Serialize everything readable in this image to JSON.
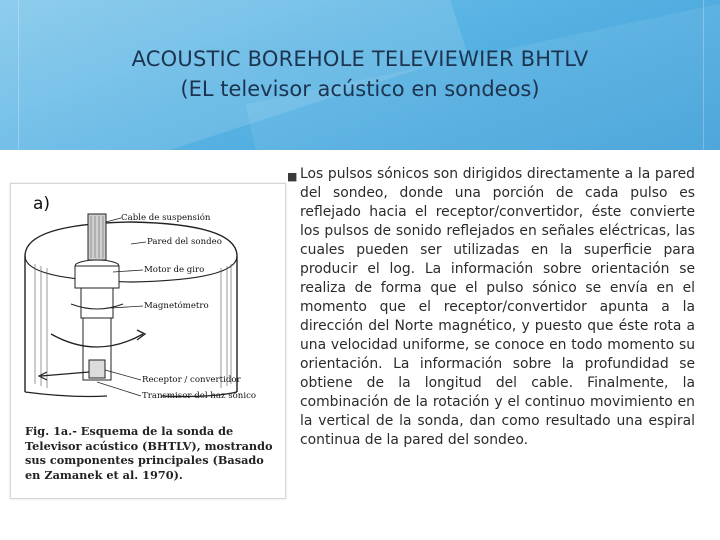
{
  "slide": {
    "title_line1": "ACOUSTIC BOREHOLE TELEVIEWIER BHTLV",
    "title_line2": "(EL televisor acústico en sondeos)"
  },
  "figure": {
    "panel_label": "a)",
    "labels": {
      "suspension_cable": "Cable de suspensión",
      "borehole_wall": "Pared del sondeo",
      "spin_motor": "Motor de giro",
      "magnetometer": "Magnetómetro",
      "receiver_converter": "Receptor / convertidor",
      "sonic_transmitter": "Transmisor del haz sónico"
    },
    "caption": "Fig. 1a.- Esquema de la sonda de Televisor acústico (BHTLV), mostrando sus componentes principales (Basado en Zamanek et al. 1970)."
  },
  "body": {
    "paragraph": "Los pulsos sónicos son dirigidos directamente a la pared del sondeo, donde una porción de cada pulso es reflejado hacia el receptor/convertidor, éste convierte los pulsos de sonido reflejados en señales eléctricas, las cuales pueden ser utilizadas en la superficie para producir el log. La información sobre orientación se realiza de forma que el pulso sónico se envía en el momento que el receptor/convertidor apunta a la dirección del Norte magnético, y puesto que éste rota a una velocidad uniforme, se conoce en todo momento su orientación. La información sobre la profundidad se obtiene de la longitud del cable. Finalmente, la combinación de la rotación y el continuo movimiento en la vertical de la sonda, dan como resultado una espiral continua de la pared del sondeo."
  }
}
